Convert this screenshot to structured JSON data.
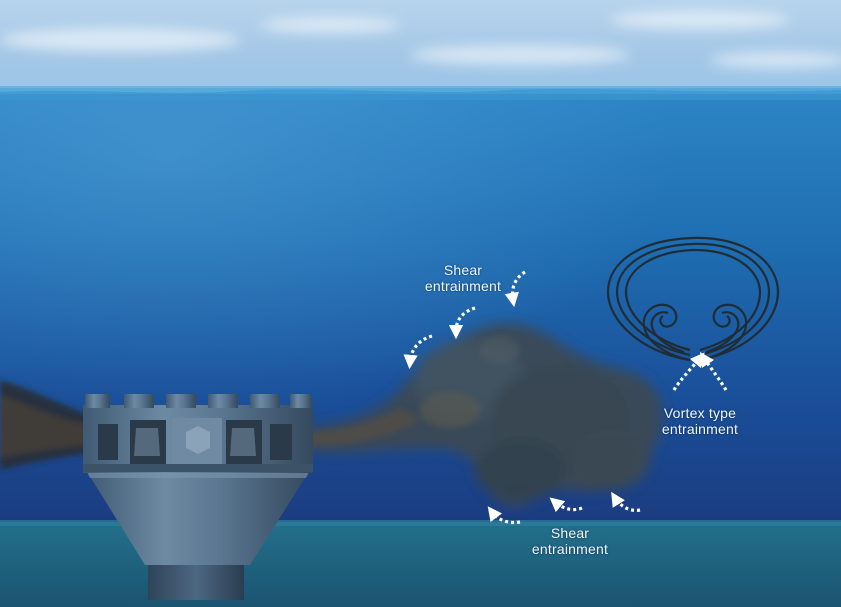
{
  "labels": {
    "shear_top": {
      "line1": "Shear",
      "line2": "entrainment"
    },
    "vortex": {
      "line1": "Vortex type",
      "line2": "entrainment"
    },
    "shear_bottom": {
      "line1": "Shear",
      "line2": "entrainment"
    }
  },
  "colors": {
    "sky": "#9fc6e4",
    "water_surface": "#2a7fbf",
    "water_deep": "#1a3f86",
    "seabed": "#1e5f7c",
    "structure": "#4f6b84",
    "plume": "#3b4a55",
    "arrows": "#ffffff",
    "vortex_lines": "#1e2d36"
  }
}
